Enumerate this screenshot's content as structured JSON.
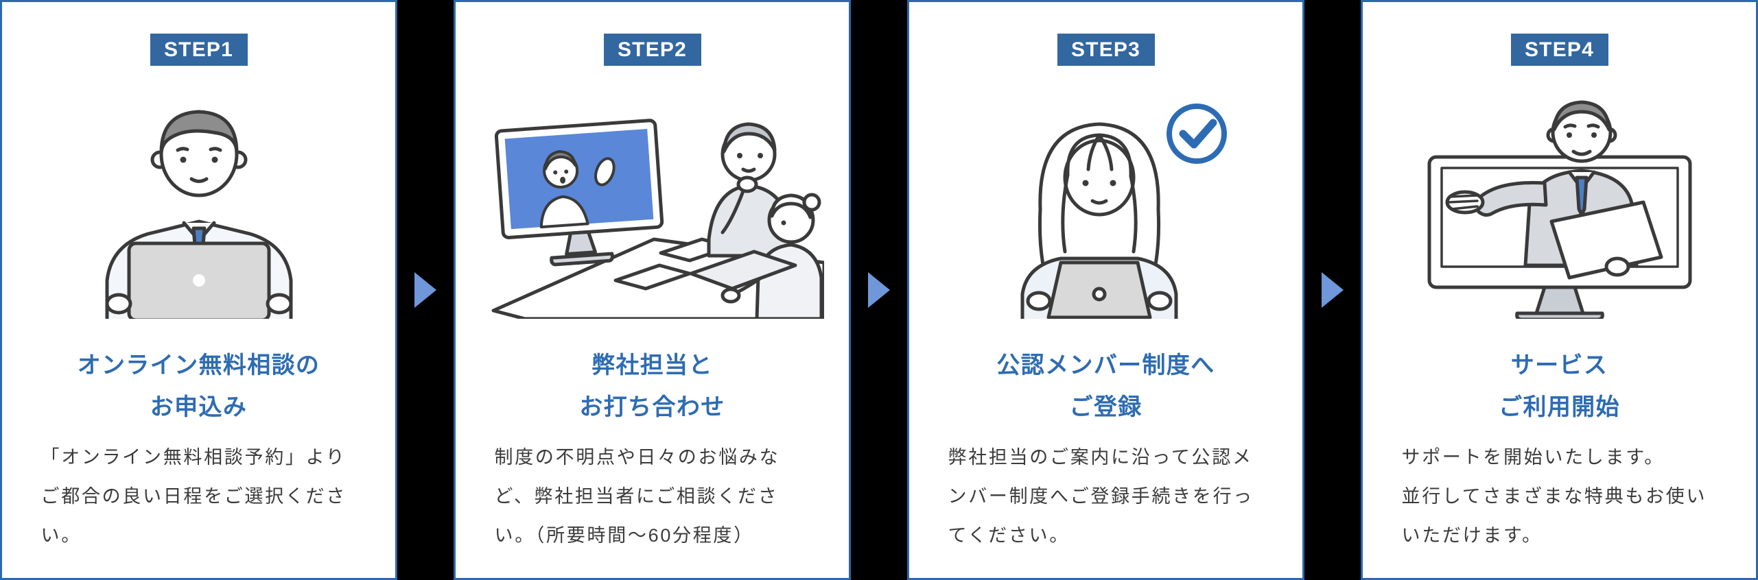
{
  "page": {
    "background": "#000000",
    "description": "4-step onboarding flow infographic"
  },
  "colors": {
    "card_border": "#2c68ae",
    "badge_bg": "#33679f",
    "badge_text": "#ffffff",
    "title_color": "#2e6cb2",
    "body_color": "#3b3b3b",
    "arrow_color": "#6f97da",
    "check_color": "#2d6cb4",
    "screen_blue": "#5a87d8",
    "tie_blue": "#4c7fc4"
  },
  "icons": {
    "connector": "arrow-right",
    "step3_badge_icon": "check-circle"
  },
  "steps": [
    {
      "badge": "STEP1",
      "title": "オンライン無料相談の\nお申込み",
      "body": "「オンライン無料相談予約」よりご都合の良い日程をご選択ください。",
      "illustration": "man-at-laptop"
    },
    {
      "badge": "STEP2",
      "title": "弊社担当と\nお打ち合わせ",
      "body": "制度の不明点や日々のお悩みなど、弊社担当者にご相談ください。（所要時間〜60分程度）",
      "illustration": "video-meeting"
    },
    {
      "badge": "STEP3",
      "title": "公認メンバー制度へ\nご登録",
      "body": "弊社担当のご案内に沿って公認メンバー制度へご登録手続きを行ってください。",
      "illustration": "woman-at-laptop-with-check"
    },
    {
      "badge": "STEP4",
      "title": "サービス\nご利用開始",
      "body": "サポートを開始いたします。\n並行してさまざまな特典もお使いいただけます。",
      "illustration": "man-in-monitor-support"
    }
  ]
}
